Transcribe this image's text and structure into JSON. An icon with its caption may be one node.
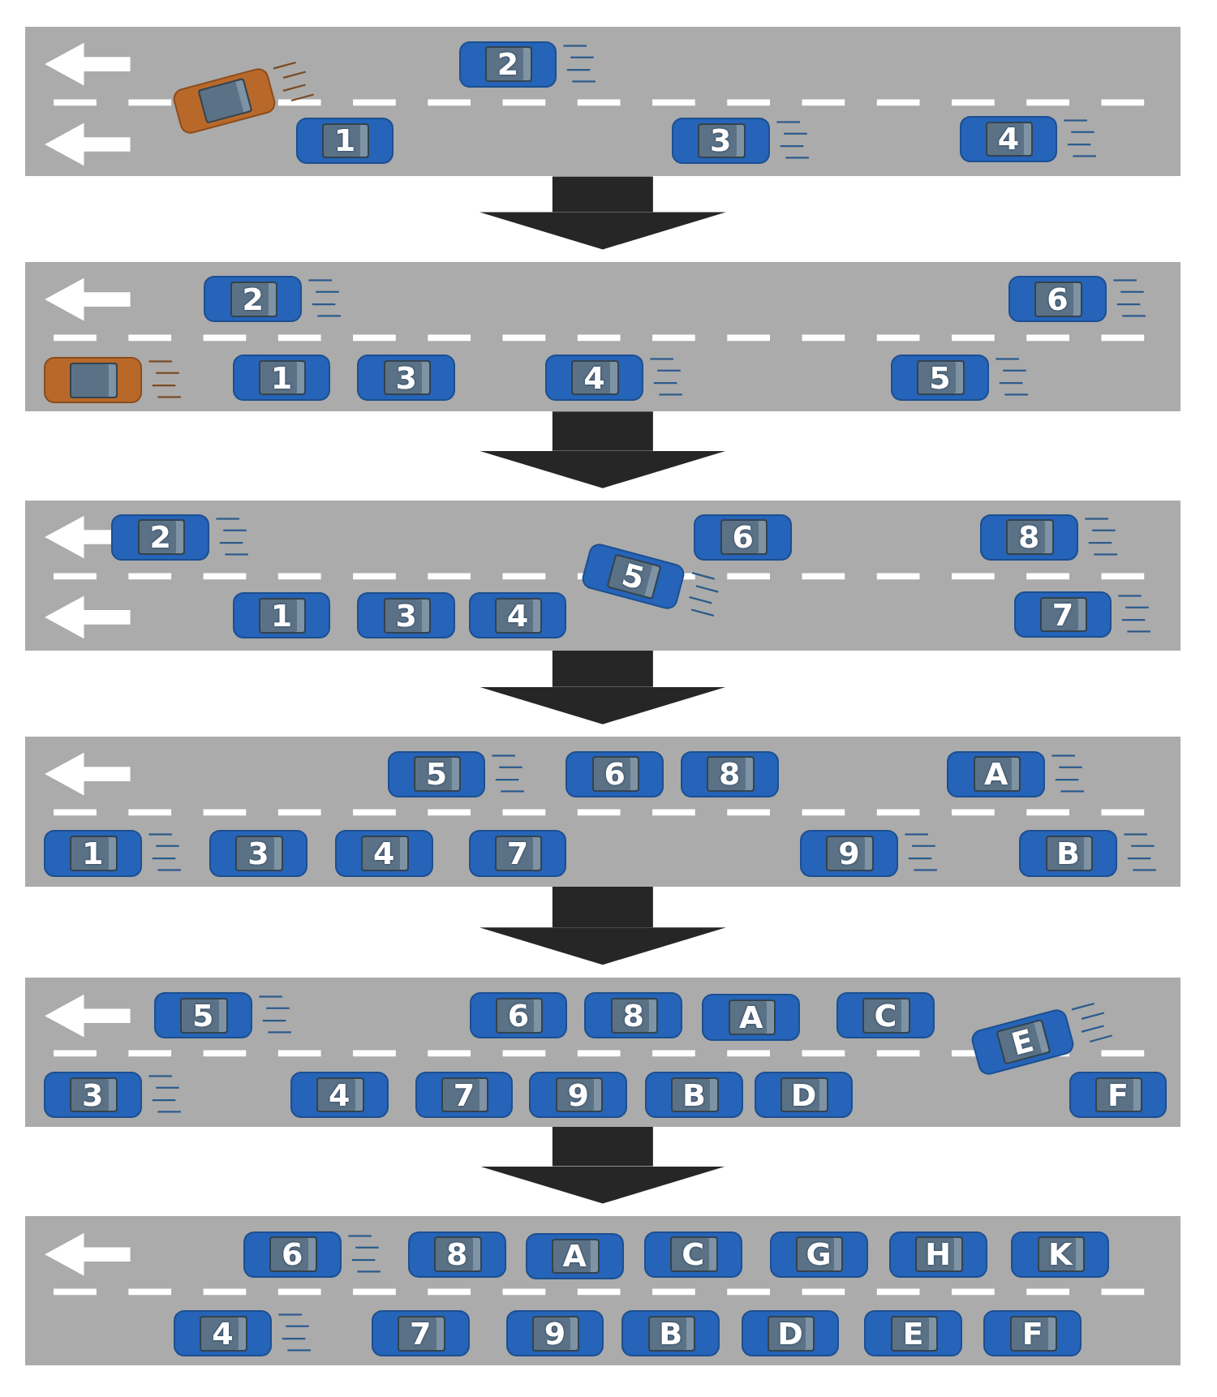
{
  "diagram": {
    "nodes": [
      {
        "text": [],
        "shape": "band"
      },
      {
        "text": [
          "2"
        ],
        "in": 0
      },
      {
        "text": [],
        "shape": "car",
        "in": 0
      },
      {
        "text": [
          "1"
        ],
        "in": 0
      },
      {
        "text": [
          "3"
        ],
        "in": 0
      },
      {
        "text": [
          "4"
        ],
        "in": 0
      },
      {
        "text": [],
        "shape": "band"
      },
      {
        "text": [
          "2"
        ],
        "in": 6
      },
      {
        "text": [
          "6"
        ],
        "in": 6
      },
      {
        "text": [],
        "shape": "car",
        "in": 6
      },
      {
        "text": [
          "1"
        ],
        "in": 6
      },
      {
        "text": [
          "3"
        ],
        "in": 6
      },
      {
        "text": [
          "4"
        ],
        "in": 6
      },
      {
        "text": [
          "5"
        ],
        "in": 6
      },
      {
        "text": [],
        "shape": "band"
      },
      {
        "text": [
          "2"
        ],
        "in": 14
      },
      {
        "text": [
          "6"
        ],
        "in": 14
      },
      {
        "text": [
          "8"
        ],
        "in": 14
      },
      {
        "text": [
          "5"
        ],
        "in": 14
      },
      {
        "text": [
          "1"
        ],
        "in": 14
      },
      {
        "text": [
          "3"
        ],
        "in": 14
      },
      {
        "text": [
          "4"
        ],
        "in": 14
      },
      {
        "text": [
          "7"
        ],
        "in": 14
      },
      {
        "text": [],
        "shape": "band"
      },
      {
        "text": [
          "5"
        ],
        "in": 23
      },
      {
        "text": [
          "6"
        ],
        "in": 23
      },
      {
        "text": [
          "8"
        ],
        "in": 23
      },
      {
        "text": [
          "A"
        ],
        "in": 23
      },
      {
        "text": [
          "1"
        ],
        "in": 23
      },
      {
        "text": [
          "3"
        ],
        "in": 23
      },
      {
        "text": [
          "4"
        ],
        "in": 23
      },
      {
        "text": [
          "7"
        ],
        "in": 23
      },
      {
        "text": [
          "9"
        ],
        "in": 23
      },
      {
        "text": [
          "B"
        ],
        "in": 23
      },
      {
        "text": [],
        "shape": "band"
      },
      {
        "text": [
          "5"
        ],
        "in": 34
      },
      {
        "text": [
          "6"
        ],
        "in": 34
      },
      {
        "text": [
          "8"
        ],
        "in": 34
      },
      {
        "text": [
          "A"
        ],
        "in": 34
      },
      {
        "text": [
          "C"
        ],
        "in": 34
      },
      {
        "text": [
          "E"
        ],
        "in": 34
      },
      {
        "text": [
          "3"
        ],
        "in": 34
      },
      {
        "text": [
          "4"
        ],
        "in": 34
      },
      {
        "text": [
          "7"
        ],
        "in": 34
      },
      {
        "text": [
          "9"
        ],
        "in": 34
      },
      {
        "text": [
          "B"
        ],
        "in": 34
      },
      {
        "text": [
          "D"
        ],
        "in": 34
      },
      {
        "text": [
          "F"
        ],
        "in": 34
      },
      {
        "text": [],
        "shape": "band"
      },
      {
        "text": [
          "6"
        ],
        "in": 48
      },
      {
        "text": [
          "8"
        ],
        "in": 48
      },
      {
        "text": [
          "A"
        ],
        "in": 48
      },
      {
        "text": [
          "C"
        ],
        "in": 48
      },
      {
        "text": [
          "G"
        ],
        "in": 48
      },
      {
        "text": [
          "H"
        ],
        "in": 48
      },
      {
        "text": [
          "K"
        ],
        "in": 48
      },
      {
        "text": [
          "4"
        ],
        "in": 48
      },
      {
        "text": [
          "7"
        ],
        "in": 48
      },
      {
        "text": [
          "9"
        ],
        "in": 48
      },
      {
        "text": [
          "B"
        ],
        "in": 48
      },
      {
        "text": [
          "D"
        ],
        "in": 48
      },
      {
        "text": [
          "E"
        ],
        "in": 48
      },
      {
        "text": [
          "F"
        ],
        "in": 48
      }
    ],
    "edges": [
      {
        "from": 0,
        "to": 6,
        "arrow": "to"
      },
      {
        "from": 6,
        "to": 14,
        "arrow": "to"
      },
      {
        "from": 14,
        "to": 23,
        "arrow": "to"
      },
      {
        "from": 23,
        "to": 34,
        "arrow": "to"
      },
      {
        "from": 34,
        "to": 48,
        "arrow": "to"
      }
    ]
  }
}
